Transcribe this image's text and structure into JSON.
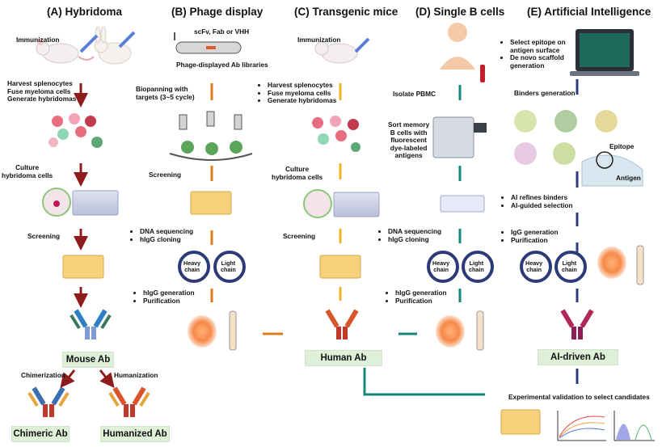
{
  "columns": [
    {
      "title": "(A) Hybridoma"
    },
    {
      "title": "(B) Phage display"
    },
    {
      "title": "(C) Transgenic mice"
    },
    {
      "title": "(D) Single B cells"
    },
    {
      "title": "(E) Artificial Intelligence"
    }
  ],
  "hybridoma": {
    "immunization": "Immunization",
    "steps": [
      "Harvest splenocytes",
      "Fuse myeloma cells",
      "Generate hybridomas"
    ],
    "culture": "Culture\nhybridoma cells",
    "screening": "Screening",
    "result": "Mouse Ab",
    "chimerization": "Chimerization",
    "humanization": "Humanization",
    "chimeric": "Chimeric Ab",
    "humanized": "Humanized Ab"
  },
  "phage": {
    "formats": "scFv, Fab or VHH",
    "library": "Phage-displayed Ab libraries",
    "biopanning": "Biopanning with\ntargets (3~5 cycle)",
    "screening": "Screening",
    "seq_steps": [
      "DNA sequencing",
      "hIgG cloning"
    ],
    "gen_steps": [
      "hIgG generation",
      "Purification"
    ]
  },
  "transgenic": {
    "immunization": "Immunization",
    "steps": [
      "Harvest splenocytes",
      "Fuse myeloma cells",
      "Generate hybridomas"
    ],
    "culture": "Culture\nhybridoma cells",
    "screening": "Screening",
    "result": "Human Ab"
  },
  "bcell": {
    "isolate": "Isolate PBMC",
    "sort": "Sort memory\nB cells with\nfluorescent\ndye-labeled\nantigens",
    "seq_steps": [
      "DNA sequencing",
      "hIgG cloning"
    ],
    "gen_steps": [
      "hIgG generation",
      "Purification"
    ]
  },
  "ai": {
    "select_steps": [
      "Select epitope on antigen surface",
      "De novo scaffold generation"
    ],
    "binders": "Binders generation",
    "epitope": "Epitope",
    "antigen": "Antigen",
    "refine_steps": [
      "AI refines binders",
      "AI-guided selection"
    ],
    "gen_steps": [
      "IgG generation",
      "Purification"
    ],
    "result": "AI-driven Ab",
    "validation": "Experimental validation to select candidates"
  },
  "chains": {
    "heavy": "Heavy\nchain",
    "light": "Light\nchain"
  },
  "colors": {
    "hybridoma_arrow": "#8e1c1c",
    "phage_arrow": "#e07b1a",
    "transgenic_arrow": "#f0b323",
    "bcell_arrow": "#14877a",
    "ai_arrow": "#2f3b7a",
    "result_box": "#dff0d8"
  }
}
